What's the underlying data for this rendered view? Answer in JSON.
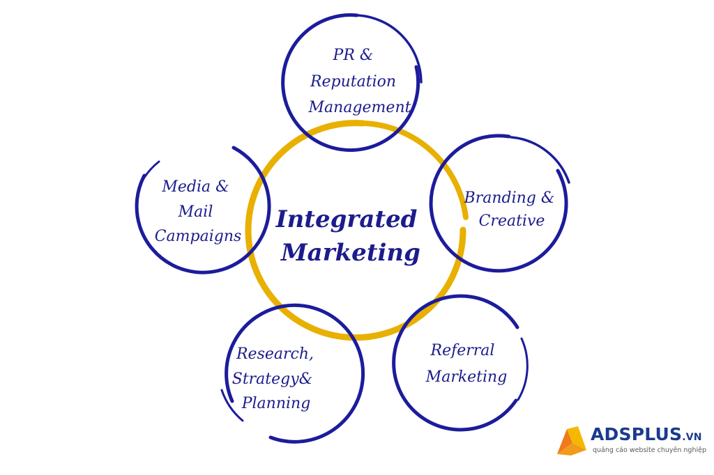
{
  "center": {
    "line1": "Integrated",
    "line2": "Marketing"
  },
  "nodes": {
    "pr": {
      "lines": [
        "PR &",
        "Reputation",
        "Management"
      ]
    },
    "media": {
      "lines": [
        "Media &",
        "Mail",
        "Campaigns"
      ]
    },
    "branding": {
      "lines": [
        "Branding &",
        "Creative"
      ]
    },
    "research": {
      "lines": [
        "Research,",
        "Strategy&",
        "Planning"
      ]
    },
    "referral": {
      "lines": [
        "Referral",
        "Marketing"
      ]
    }
  },
  "logo": {
    "brand": "ADSPLUS",
    "tld": ".VN",
    "tagline": "quảng cáo website chuyên nghiệp"
  },
  "colors": {
    "node_ring": "#1c1c9c",
    "center_ring": "#e8b000",
    "text": "#1c1c8c",
    "logo_blue": "#1a3a8c",
    "logo_orange": "#f07a1a",
    "logo_yellow": "#f5b800"
  }
}
